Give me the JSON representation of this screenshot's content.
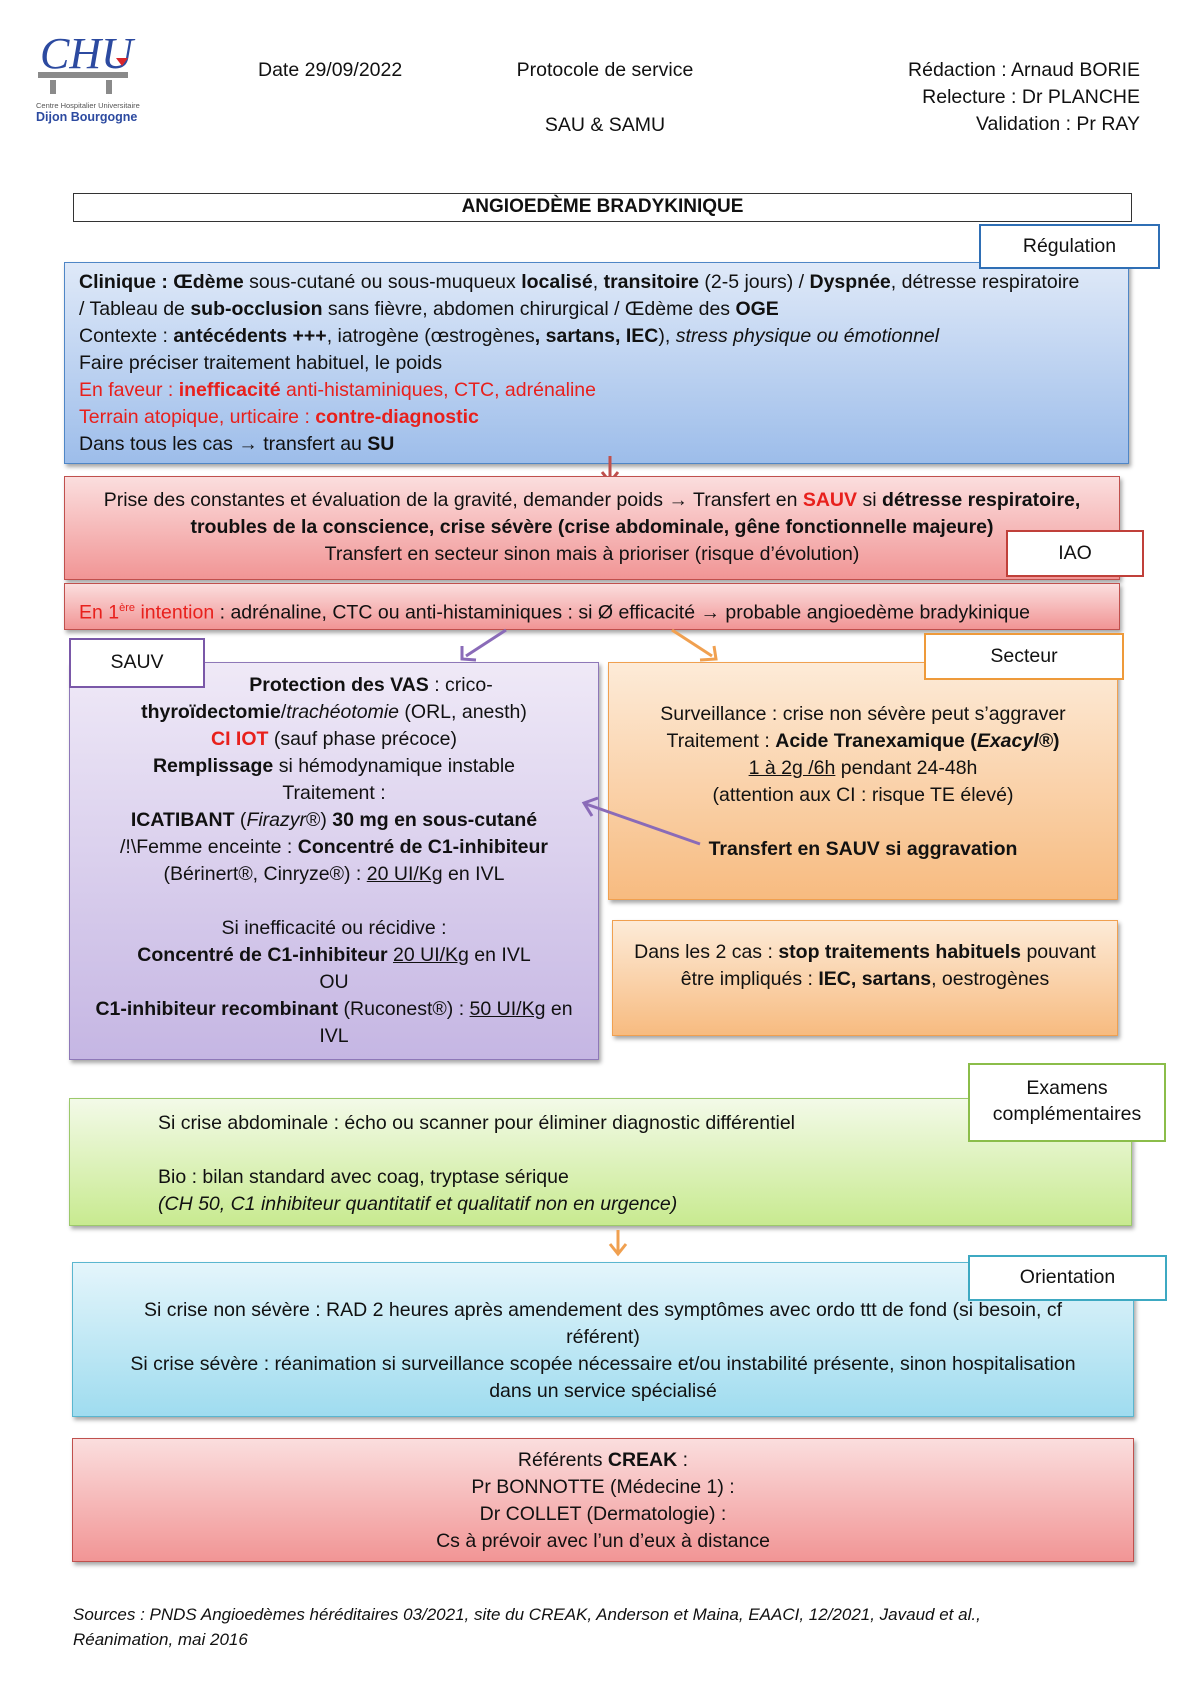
{
  "header": {
    "logo_main": "CHU",
    "logo_sub": "Centre Hospitalier Universitaire",
    "logo_city": "Dijon Bourgogne",
    "date": "Date 29/09/2022",
    "protocol": "Protocole de service",
    "service": "SAU & SAMU",
    "redaction": "Rédaction : Arnaud BORIE",
    "relecture": "Relecture : Dr PLANCHE",
    "validation": "Validation : Pr RAY"
  },
  "title": "ANGIOEDÈME BRADYKINIQUE",
  "tags": {
    "regulation": "Régulation",
    "iao": "IAO",
    "sauv": "SAUV",
    "secteur": "Secteur",
    "examens": "Examens complémentaires",
    "orientation": "Orientation"
  },
  "regulation": {
    "l1_a": "Clinique : ",
    "l1_b": "Œdème",
    "l1_c": " sous-cutané ou sous-muqueux ",
    "l1_d": "localisé",
    "l1_e": ", ",
    "l1_f": "transitoire",
    "l1_g": " (2-5 jours) / ",
    "l1_h": "Dyspnée",
    "l1_i": ", détresse respiratoire",
    "l2_a": "/ Tableau de ",
    "l2_b": "sub-occlusion",
    "l2_c": " sans fièvre, abdomen chirurgical / Œdème des ",
    "l2_d": "OGE",
    "l3_a": "Contexte : ",
    "l3_b": "antécédents +++",
    "l3_c": ", iatrogène (œstrogènes",
    "l3_d": ", sartans, IEC",
    "l3_e": "), ",
    "l3_f": "stress physique ou émotionnel",
    "l4": "Faire préciser traitement habituel, le poids",
    "l5_a": "En faveur : ",
    "l5_b": "inefficacité",
    "l5_c": " anti-histaminiques, CTC, adrénaline",
    "l6_a": "Terrain atopique, urticaire : ",
    "l6_b": "contre-diagnostic",
    "l7_a": "Dans tous les cas ",
    "l7_arrow": "→",
    "l7_b": " transfert au ",
    "l7_c": "SU"
  },
  "iao": {
    "l1_a": "Prise des constantes et évaluation de la gravité, demander poids ",
    "l1_arrow": "→",
    "l1_b": " Transfert en ",
    "l1_c": "SAUV",
    "l1_d": " si ",
    "l1_e": "détresse respiratoire,",
    "l2": "troubles de la conscience, crise sévère (crise abdominale, gêne fonctionnelle majeure)",
    "l3": "Transfert en secteur sinon mais à prioriser (risque d’évolution)",
    "l4_a": "En 1",
    "l4_sup": "ère",
    "l4_b": " intention",
    "l4_c": " : adrénaline, CTC ou anti-histaminiques : si Ø efficacité ",
    "l4_arrow": "→",
    "l4_d": " probable angioedème bradykinique"
  },
  "sauv": {
    "l1_a": "Protection des VAS",
    "l1_b": " : crico-",
    "l2_a": "thyroïdectomie",
    "l2_b": "/",
    "l2_c": "trachéotomie",
    "l2_d": " (ORL, anesth)",
    "l3_a": "CI IOT",
    "l3_b": " (sauf phase précoce)",
    "l4_a": "Remplissage",
    "l4_b": " si hémodynamique instable",
    "l5": "Traitement :",
    "l6_a": "ICATIBANT",
    "l6_b": " (",
    "l6_c": "Firazyr",
    "l6_d": "®) ",
    "l6_e": "30 mg en sous-cutané",
    "l7_a": "/!\\Femme enceinte : ",
    "l7_b": "Concentré de C1-inhibiteur",
    "l8_a": "(Bérinert®, Cinryze®) : ",
    "l8_b": "20 UI/Kg",
    "l8_c": " en IVL",
    "l9": "Si inefficacité ou récidive :",
    "l10_a": "Concentré de C1-inhibiteur",
    "l10_b": " ",
    "l10_c": "20 UI/Kg",
    "l10_d": " en IVL",
    "l11": "OU",
    "l12_a": "C1-inhibiteur recombinant",
    "l12_b": " (Ruconest®) : ",
    "l12_c": "50 UI/Kg",
    "l12_d": " en",
    "l13": "IVL"
  },
  "secteur": {
    "l1": "Surveillance : crise non sévère peut s’aggraver",
    "l2_a": "Traitement : ",
    "l2_b": "Acide Tranexamique (",
    "l2_c": "Exacyl®",
    "l2_d": ")",
    "l3_a": "1 à 2g /6h",
    "l3_b": " pendant 24-48h",
    "l4": "(attention aux CI : risque TE élevé)",
    "l5": "Transfert en SAUV si aggravation"
  },
  "both": {
    "l1_a": "Dans les 2 cas : ",
    "l1_b": "stop traitements habituels",
    "l1_c": " pouvant",
    "l2_a": "être impliqués : ",
    "l2_b": "IEC, sartans",
    "l2_c": ", oestrogènes"
  },
  "examens": {
    "l1": "Si crise abdominale : écho ou scanner pour éliminer diagnostic différentiel",
    "l2": "Bio : bilan standard avec coag, tryptase sérique",
    "l3": "(CH 50, C1 inhibiteur quantitatif et qualitatif non en urgence)"
  },
  "orientation": {
    "l1": "Si crise non sévère : RAD 2 heures après amendement des symptômes avec ordo ttt de fond (si besoin, cf",
    "l2": "référent)",
    "l3": "Si crise sévère : réanimation si surveillance scopée nécessaire et/ou instabilité présente, sinon hospitalisation",
    "l4": "dans un service spécialisé"
  },
  "referents": {
    "l1_a": "Référents ",
    "l1_b": "CREAK",
    "l1_c": " :",
    "l2": "Pr BONNOTTE (Médecine 1) :",
    "l3": "Dr COLLET (Dermatologie) :",
    "l4": "Cs à prévoir avec l’un d’eux à distance"
  },
  "sources": {
    "l1": "Sources : PNDS Angioedèmes héréditaires 03/2021, site du CREAK, Anderson et Maina, EAACI, 12/2021, Javaud et al.,",
    "l2": "Réanimation, mai 2016"
  },
  "colors": {
    "regulation_border": "#2f6fb5",
    "iao_border": "#c0403a",
    "sauv_border": "#7a58a8",
    "secteur_border": "#ee9a3a",
    "examens_border": "#8bbd4a",
    "orientation_border": "#3ea9c2",
    "red_text": "#e8201c"
  }
}
